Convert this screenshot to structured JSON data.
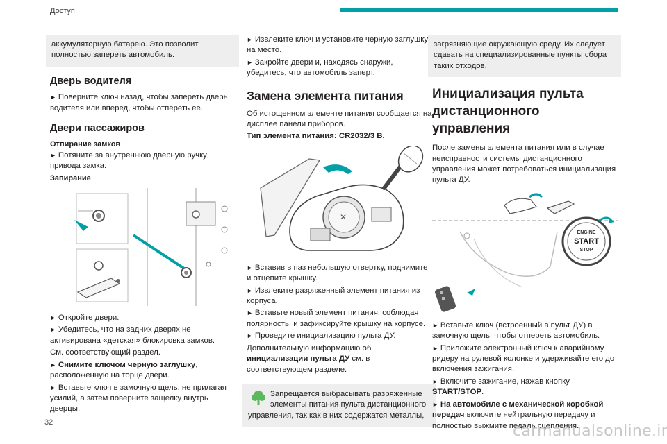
{
  "header": {
    "title": "Доступ"
  },
  "page_number": "32",
  "watermark": "carmanualsonline.info",
  "col1": {
    "box_text": "аккумуляторную батарею. Это позволит полностью запереть автомобиль.",
    "driver_door_heading": "Дверь водителя",
    "driver_door_text": "Поверните ключ назад, чтобы запереть дверь водителя или вперед, чтобы отпереть ее.",
    "rear_doors_heading": "Двери пассажиров",
    "unlock_sub": "Отпирание замков",
    "unlock_text": "Потяните за внутреннюю дверную ручку привода замка.",
    "lock_sub": "Запирание",
    "step1": "Откройте двери.",
    "step2": "Убедитесь, что на задних дверях не активирована «детская» блокировка замков.",
    "step2b": "См. соответствующий раздел.",
    "step3_bold": "Снимите ключом черную заглушку",
    "step3_rest": ", расположенную на торце двери.",
    "step4": "Вставьте ключ в замочную щель, не прилагая усилий, а затем поверните защелку внутрь дверцы."
  },
  "col2": {
    "step1": "Извлеките ключ и установите черную заглушку на место.",
    "step2": "Закройте двери и, находясь снаружи, убедитесь, что автомобиль заперт.",
    "battery_heading": "Замена элемента питания",
    "battery_intro": "Об истощенном элементе питания сообщается на дисплее панели приборов.",
    "battery_type": "Тип элемента питания: CR2032/3 В.",
    "b1": "Вставив в паз небольшую отвертку, поднимите и отцепите крышку.",
    "b2": "Извлеките разряженный элемент питания из корпуса.",
    "b3": "Вставьте новый элемент питания, соблюдая полярность, и зафиксируйте крышку на корпусе.",
    "b4": "Проведите инициализацию пульта ДУ.",
    "more_pre": "Дополнительную информацию об ",
    "more_bold": "инициализации пульта ДУ",
    "more_post": " см. в соответствующем разделе.",
    "note_text": "Запрещается выбрасывать разряженные элементы питания пульта дистанционного управления, так как в них содержатся металлы,"
  },
  "col3": {
    "box_text": "загрязняющие окружающую среду. Их следует сдавать на специализированные пункты сбора таких отходов.",
    "init_heading": "Инициализация пульта дистанционного управления",
    "init_intro": "После замены элемента питания или в случае неисправности системы дистанционного управления может потребоваться инициализация пульта ДУ.",
    "button_line1": "ENGINE",
    "button_line2": "START",
    "button_line3": "STOP",
    "s1": "Вставьте ключ (встроенный в пульт ДУ) в замочную щель, чтобы отпереть автомобиль.",
    "s2": "Приложите электронный ключ к аварийному ридеру на рулевой колонке и удерживайте его до включения зажигания.",
    "s3_pre": "Включите зажигание, нажав кнопку ",
    "s3_bold": "START/STOP",
    "s3_post": ".",
    "s4_bold": "На автомобиле с механической коробкой передач",
    "s4_rest": " включите нейтральную передачу и полностью выжмите педаль сцепления."
  },
  "colors": {
    "accent": "#00a0a6",
    "box": "#eeeeee",
    "note_icon": "#5cb85c"
  }
}
